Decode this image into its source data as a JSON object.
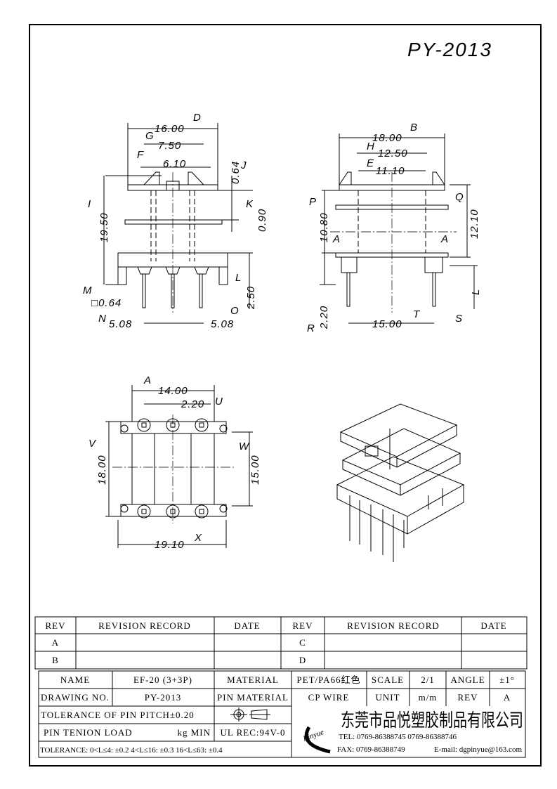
{
  "title": "PY-2013",
  "front_view": {
    "dims": [
      "16.00",
      "7.50",
      "6.10",
      "0.64",
      "0.90",
      "19.50",
      "2.50",
      "0.64",
      "5.08",
      "5.08"
    ],
    "labels": [
      "D",
      "G",
      "F",
      "J",
      "K",
      "I",
      "L",
      "M",
      "N",
      "O"
    ]
  },
  "side_view": {
    "dims": [
      "18.00",
      "12.50",
      "11.10",
      "10.80",
      "12.10",
      "2.20",
      "15.00",
      "L"
    ],
    "labels": [
      "B",
      "H",
      "E",
      "P",
      "Q",
      "R",
      "T",
      "S"
    ],
    "section": "A"
  },
  "bottom_view": {
    "dims": [
      "14.00",
      "2.20",
      "18.00",
      "15.00",
      "19.10"
    ],
    "labels": [
      "A",
      "U",
      "V",
      "W",
      "X"
    ]
  },
  "revision": {
    "headers": [
      "REV",
      "REVISION RECORD",
      "DATE",
      "REV",
      "REVISION RECORD",
      "DATE"
    ],
    "rows": [
      [
        "A",
        "",
        "",
        "C",
        "",
        ""
      ],
      [
        "B",
        "",
        "",
        "D",
        "",
        ""
      ]
    ]
  },
  "titleblock": {
    "name_label": "NAME",
    "name": "EF-20 (3+3P)",
    "material_label": "MATERIAL",
    "material": "PET/PA66红色",
    "scale_label": "SCALE",
    "scale": "2/1",
    "angle_label": "ANGLE",
    "angle": "±1°",
    "drawing_no_label": "DRAWING NO.",
    "drawing_no": "PY-2013",
    "pin_material_label": "PIN MATERIAL",
    "pin_material": "CP WIRE",
    "unit_label": "UNIT",
    "unit": "m/m",
    "rev_label": "REV",
    "rev": "A",
    "pitch_tol": "TOLERANCE OF PIN PITCH±0.20",
    "pin_load": "PIN TENION LOAD",
    "pin_load_unit": "kg MIN",
    "ul": "UL REC:94V-0",
    "tolerance": "TOLERANCE: 0<L≤4: ±0.2   4<L≤16: ±0.3   16<L≤63: ±0.4",
    "company": "东莞市品悦塑胶制品有限公司",
    "logo": "Pinyue",
    "tel": "TEL: 0769-86388745     0769-86388746",
    "fax": "FAX: 0769-86388749",
    "email": "E-mail: dgpinyue@163.com"
  }
}
